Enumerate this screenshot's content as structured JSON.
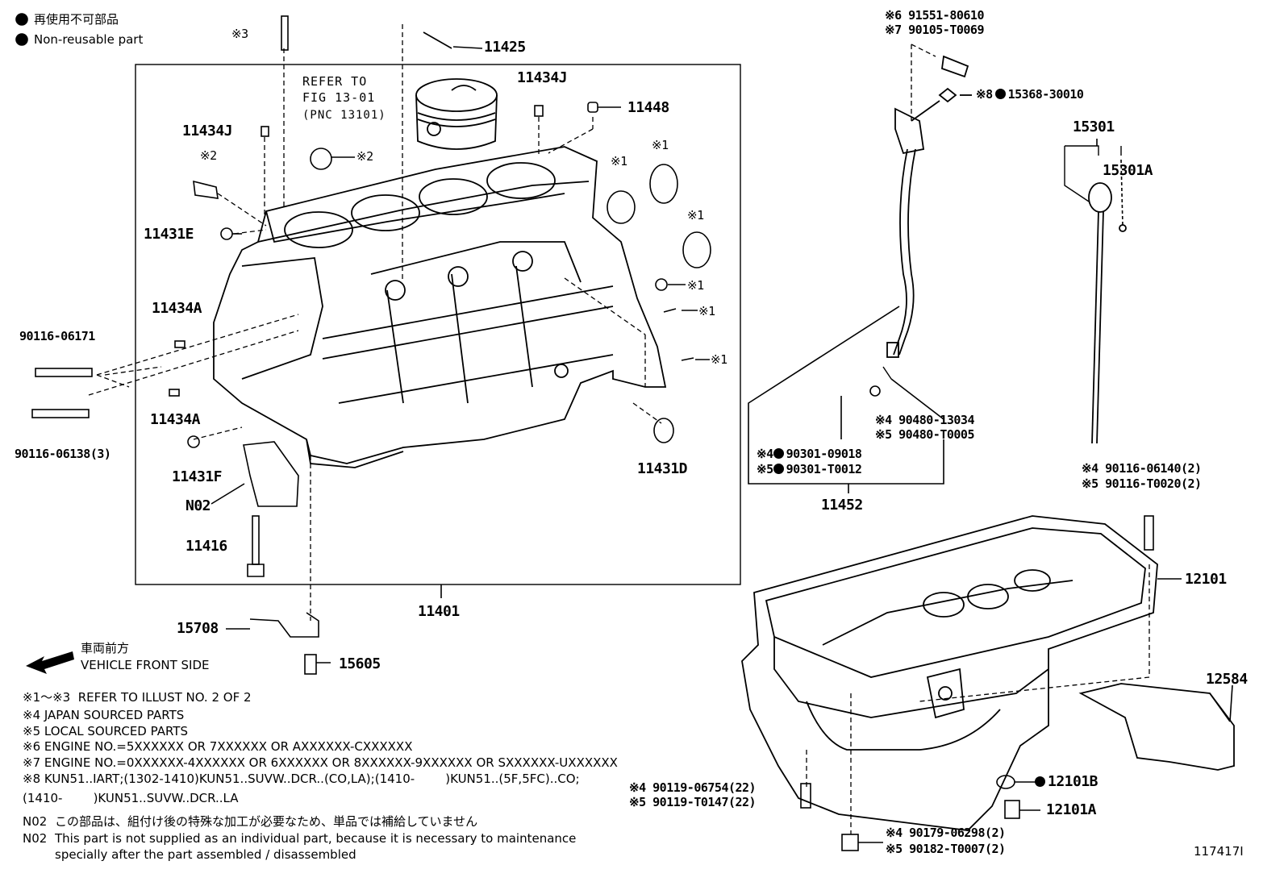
{
  "legend": {
    "jp": "再使用不可部品",
    "en": "Non-reusable part"
  },
  "refer": {
    "line1": "REFER TO",
    "line2": "FIG 13-01",
    "line3": "(PNC 13101)"
  },
  "labels": {
    "p11425": "11425",
    "p11434J_a": "11434J",
    "p11434J_b": "11434J",
    "p11448": "11448",
    "p11431E": "11431E",
    "p11434A_a": "11434A",
    "p11434A_b": "11434A",
    "p90116_06171": "90116-06171",
    "p90116_06138": "90116-06138(3)",
    "p11431F": "11431F",
    "pN02": "N02",
    "p11416": "11416",
    "p11431D": "11431D",
    "p11401": "11401",
    "p15708": "15708",
    "p15605": "15605",
    "p11452": "11452",
    "p15301": "15301",
    "p15301A": "15301A",
    "p12101": "12101",
    "p12584": "12584",
    "p12101B": "12101B",
    "p12101A": "12101A",
    "m3": "※3",
    "m2a": "※2",
    "m2b": "※2",
    "m1a": "※1",
    "m1b": "※1",
    "m1c": "※1",
    "m1d": "※1",
    "m1e": "※1",
    "m1f": "※1",
    "r6": "※6 91551-80610",
    "r7": "※7 90105-T0069",
    "r8": "※8",
    "r8part": "15368-30010",
    "r4a": "※4 90480-13034",
    "r5a": "※5 90480-T0005",
    "r4b": "※4",
    "r4bpart": "90301-09018",
    "r5b": "※5",
    "r5bpart": "90301-T0012",
    "r4c": "※4 90116-06140(2)",
    "r5c": "※5 90116-T0020(2)",
    "r4d": "※4 90119-06754(22)",
    "r5d": "※5 90119-T0147(22)",
    "r4e": "※4 90179-06298(2)",
    "r5e": "※5 90182-T0007(2)",
    "fig": "117417I"
  },
  "front": {
    "jp": "車両前方",
    "en": "VEHICLE FRONT SIDE"
  },
  "notes": [
    "※1～※3  REFER TO ILLUST NO. 2 OF 2",
    "※4 JAPAN SOURCED PARTS",
    "※5 LOCAL SOURCED PARTS",
    "※6 ENGINE NO.=5XXXXXX OR 7XXXXXX OR AXXXXXX-CXXXXXX",
    "※7 ENGINE NO.=0XXXXXX-4XXXXXX OR 6XXXXXX OR 8XXXXXX-9XXXXXX OR SXXXXXX-UXXXXXX",
    "※8 KUN51..IART;(1302-1410)KUN51..SUVW..DCR..(CO,LA);(1410-        )KUN51..(5F,5FC)..CO;",
    "(1410-        )KUN51..SUVW..DCR..LA"
  ],
  "n02": {
    "code1": "N02",
    "jp": "この部品は、組付け後の特殊な加工が必要なため、単品では補給していません",
    "code2": "N02",
    "en1": "This part is not supplied as an individual part, because it is necessary to maintenance",
    "en2": "specially after the part assembled / disassembled"
  }
}
